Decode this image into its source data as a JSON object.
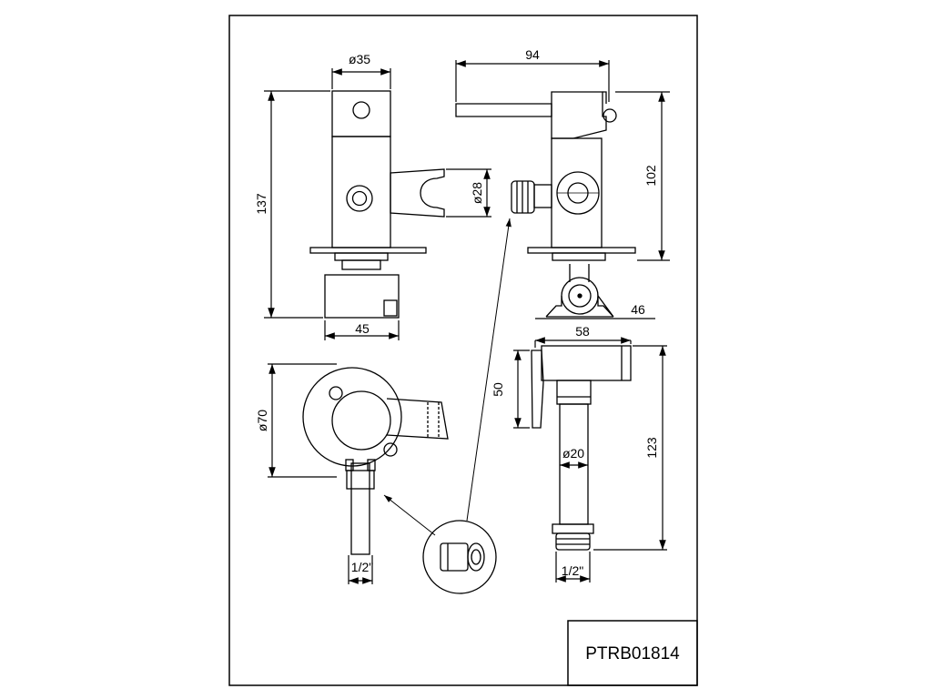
{
  "drawing": {
    "product_code": "PTRB01814",
    "dimensions": {
      "top_diameter": "ø35",
      "overall_width": "94",
      "total_height": "137",
      "body_height": "102",
      "holder_diameter": "ø28",
      "base_width": "45",
      "foot_width": "58",
      "foot_offset": "46",
      "plate_diameter": "ø70",
      "spray_head_height": "50",
      "spray_length": "123",
      "spray_diameter": "ø20",
      "thread_left": "1/2\"",
      "thread_right": "1/2\""
    }
  }
}
